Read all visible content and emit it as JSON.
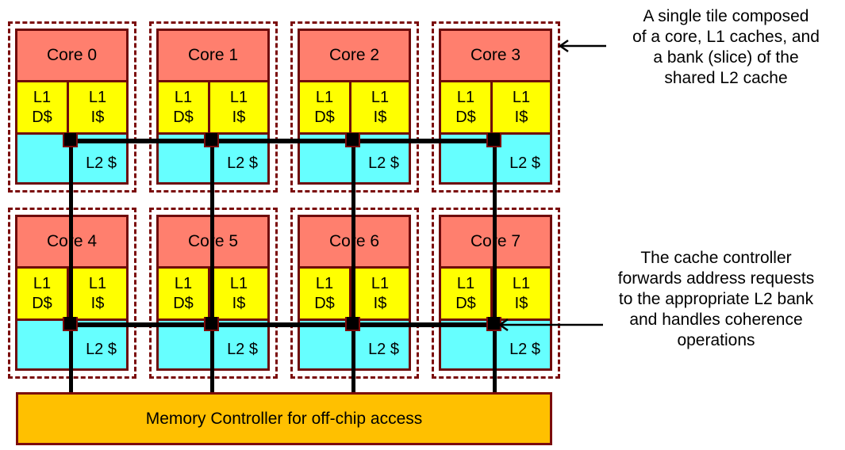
{
  "diagram": {
    "title": "Tiled multicore with shared distributed L2 cache",
    "colors": {
      "core": "#ff7f6e",
      "l1": "#ffff00",
      "l2": "#66ffff",
      "border": "#7b0c0c",
      "memory_controller": "#ffc000",
      "interconnect": "#000000"
    },
    "tiles": [
      {
        "core": "Core 0",
        "l1d": [
          "L1",
          "D$"
        ],
        "l1i": [
          "L1",
          "I$"
        ],
        "l2": "L2 $"
      },
      {
        "core": "Core 1",
        "l1d": [
          "L1",
          "D$"
        ],
        "l1i": [
          "L1",
          "I$"
        ],
        "l2": "L2 $"
      },
      {
        "core": "Core 2",
        "l1d": [
          "L1",
          "D$"
        ],
        "l1i": [
          "L1",
          "I$"
        ],
        "l2": "L2 $"
      },
      {
        "core": "Core 3",
        "l1d": [
          "L1",
          "D$"
        ],
        "l1i": [
          "L1",
          "I$"
        ],
        "l2": "L2 $"
      },
      {
        "core": "Core 4",
        "l1d": [
          "L1",
          "D$"
        ],
        "l1i": [
          "L1",
          "I$"
        ],
        "l2": "L2 $"
      },
      {
        "core": "Core 5",
        "l1d": [
          "L1",
          "D$"
        ],
        "l1i": [
          "L1",
          "I$"
        ],
        "l2": "L2 $"
      },
      {
        "core": "Core 6",
        "l1d": [
          "L1",
          "D$"
        ],
        "l1i": [
          "L1",
          "I$"
        ],
        "l2": "L2 $"
      },
      {
        "core": "Core 7",
        "l1d": [
          "L1",
          "D$"
        ],
        "l1i": [
          "L1",
          "I$"
        ],
        "l2": "L2 $"
      }
    ],
    "memory_controller": "Memory Controller for off-chip access",
    "annotations": {
      "tile_note": [
        "A single tile composed",
        "of a core, L1 caches, and",
        "a bank (slice) of the",
        "shared L2 cache"
      ],
      "controller_note": [
        "The cache controller",
        "forwards address requests",
        "to the appropriate L2 bank",
        "and handles coherence",
        "operations"
      ]
    }
  }
}
